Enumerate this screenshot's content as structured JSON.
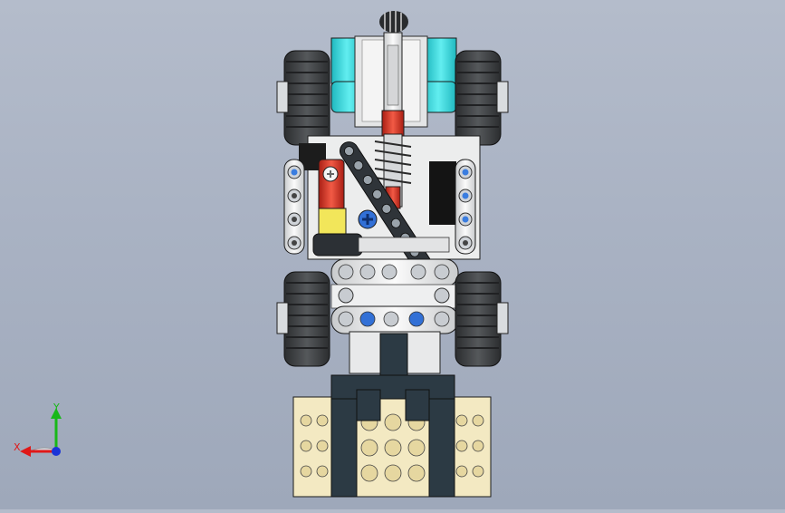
{
  "viewport": {
    "background_top": "#b4bccb",
    "background_bottom": "#9ea8ba"
  },
  "model": {
    "description_icon": "lego-technic-vehicle-top-view",
    "colors": {
      "tire": "#3a3c3e",
      "hub": "#d9dcdf",
      "teal": "#3fd6da",
      "white_beam": "#f2f2f2",
      "dark_beam": "#2a2d31",
      "red": "#e53a2a",
      "yellow": "#f2e65a",
      "blue_pin": "#2e6fd8",
      "tan": "#f3e9c2",
      "dark_blue_grey": "#2c3a44"
    }
  },
  "triad": {
    "x_label": "X",
    "y_label": "Y",
    "x_color": "#e01818",
    "y_color": "#18b818",
    "z_color": "#1a34d8"
  }
}
